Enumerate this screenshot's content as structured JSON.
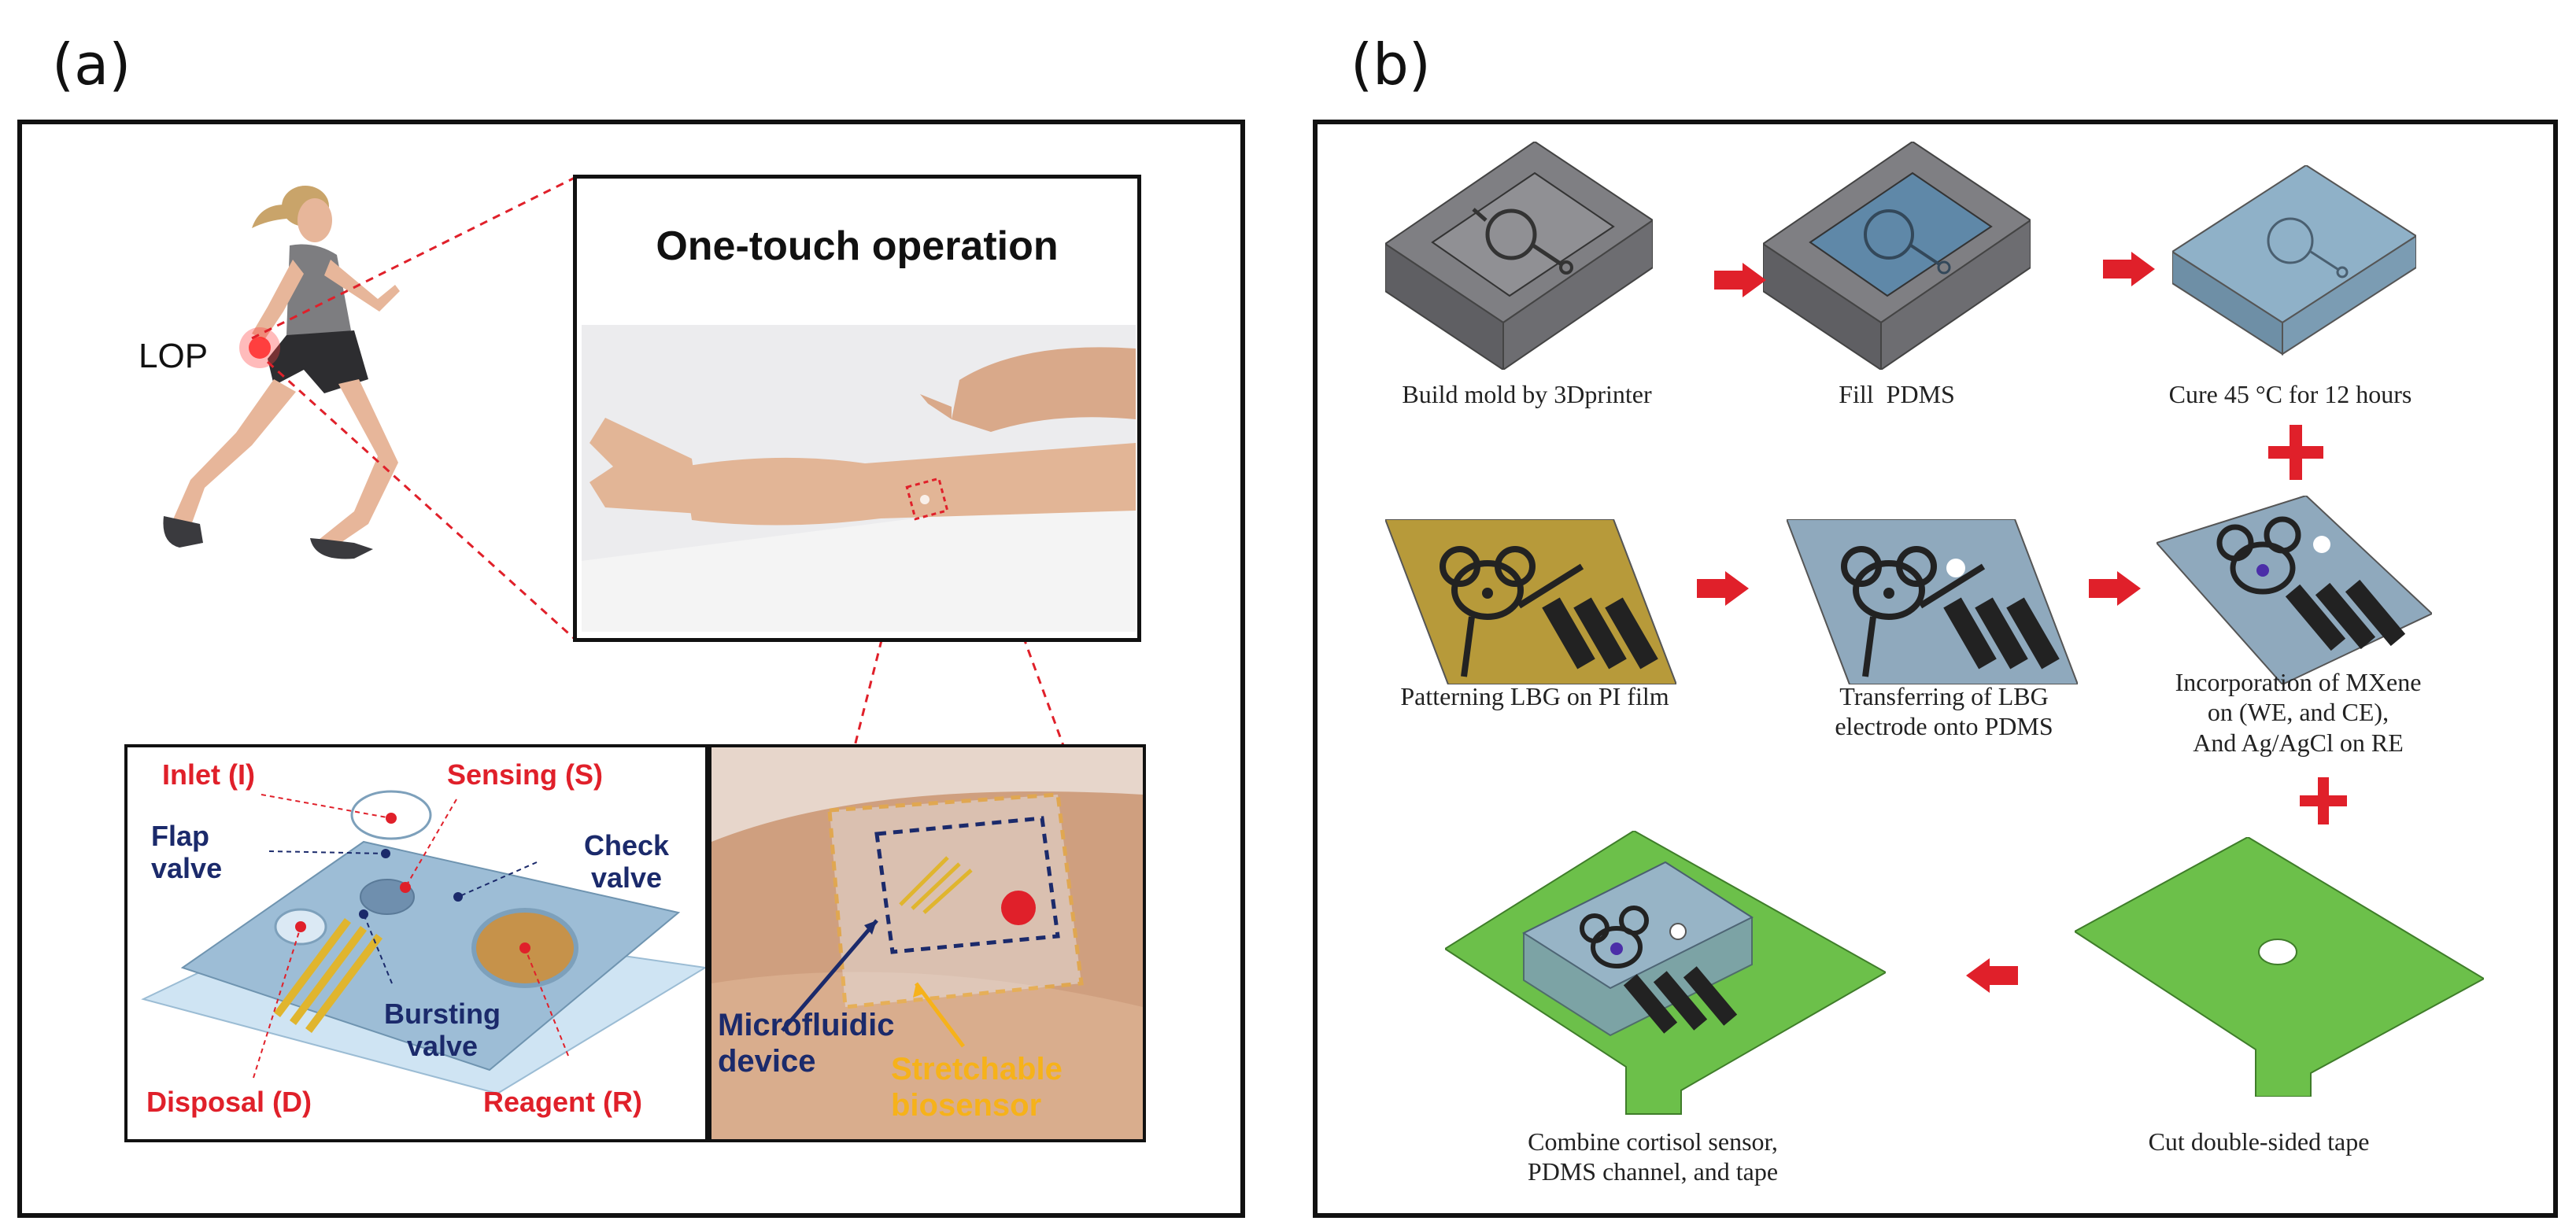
{
  "panel_a": {
    "label": "(a)",
    "lop_label": "LOP",
    "one_touch_title": "One-touch operation",
    "device_labels": {
      "inlet": "Inlet (I)",
      "sensing": "Sensing (S)",
      "flap_valve": "Flap\nvalve",
      "check_valve": "Check\nvalve",
      "bursting_valve": "Bursting\nvalve",
      "disposal": "Disposal (D)",
      "reagent": "Reagent (R)"
    },
    "photo_labels": {
      "microfluidic": "Microfluidic\ndevice",
      "stretchable": "Stretchable\nbiosensor"
    }
  },
  "panel_b": {
    "label": "(b)",
    "steps": {
      "s1": "Build mold by 3Dprinter",
      "s2": "Fill  PDMS",
      "s3": "Cure 45 °C for 12 hours",
      "s4": "Patterning LBG on PI film",
      "s5": "Transferring of LBG\nelectrode onto PDMS",
      "s6": "Incorporation of MXene\non (WE, and CE),\nAnd Ag/AgCl on RE",
      "s7": "Combine cortisol sensor,\nPDMS channel, and tape",
      "s8": "Cut double-sided tape"
    }
  },
  "colors": {
    "red_accent": "#e0202a",
    "navy": "#1b2a6b",
    "gold": "#f6b21a",
    "tape_green": "#6cc04a",
    "pdms_blue": "#8fa9bd",
    "pi_film": "#b79a3a"
  }
}
